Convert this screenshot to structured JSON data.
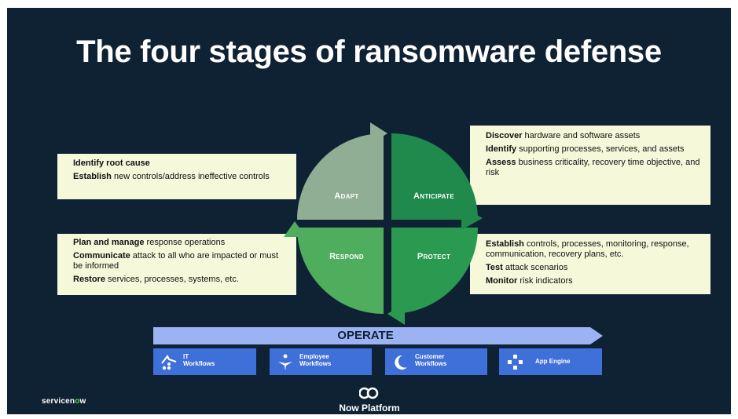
{
  "title": "The four stages of ransomware defense",
  "colors": {
    "background": "#0f2234",
    "adapt": "#8fae93",
    "anticipate": "#1f8a4c",
    "respond": "#4fae5e",
    "protect": "#2a9a50",
    "box_fill": "#f6f8da",
    "operate_arrow": "#9bb3f2",
    "workflow_fill": "#3f6fd8",
    "brand_accent": "#62d84e"
  },
  "quadrants": {
    "adapt": "Adapt",
    "anticipate": "Anticipate",
    "respond": "Respond",
    "protect": "Protect"
  },
  "boxes": {
    "adapt": [
      {
        "bold": "Identify root cause",
        "text": ""
      },
      {
        "bold": "Establish",
        "text": " new controls/address ineffective controls"
      }
    ],
    "respond": [
      {
        "bold": "Plan and manage",
        "text": " response operations"
      },
      {
        "bold": "Communicate",
        "text": " attack to all who are impacted or must be informed"
      },
      {
        "bold": "Restore",
        "text": " services, processes, systems, etc."
      }
    ],
    "anticipate": [
      {
        "bold": "Discover",
        "text": " hardware and software assets"
      },
      {
        "bold": "Identify",
        "text": " supporting processes, services, and assets"
      },
      {
        "bold": "Assess",
        "text": " business criticality, recovery time objective, and risk"
      }
    ],
    "protect": [
      {
        "bold": "Establish",
        "text": " controls, processes, monitoring, response, communication, recovery plans, etc."
      },
      {
        "bold": "Test",
        "text": " attack scenarios"
      },
      {
        "bold": "Monitor",
        "text": " risk indicators"
      }
    ]
  },
  "operate": "OPERATE",
  "workflows": [
    {
      "label": "IT\nWorkflows",
      "icon": "it-workflows-icon"
    },
    {
      "label": "Employee\nWorkflows",
      "icon": "employee-workflows-icon"
    },
    {
      "label": "Customer\nWorkflows",
      "icon": "customer-workflows-icon"
    },
    {
      "label": "App Engine",
      "icon": "app-engine-icon"
    }
  ],
  "brand": {
    "pre": "servicen",
    "accent": "o",
    "post": "w"
  },
  "platform": "Now Platform"
}
